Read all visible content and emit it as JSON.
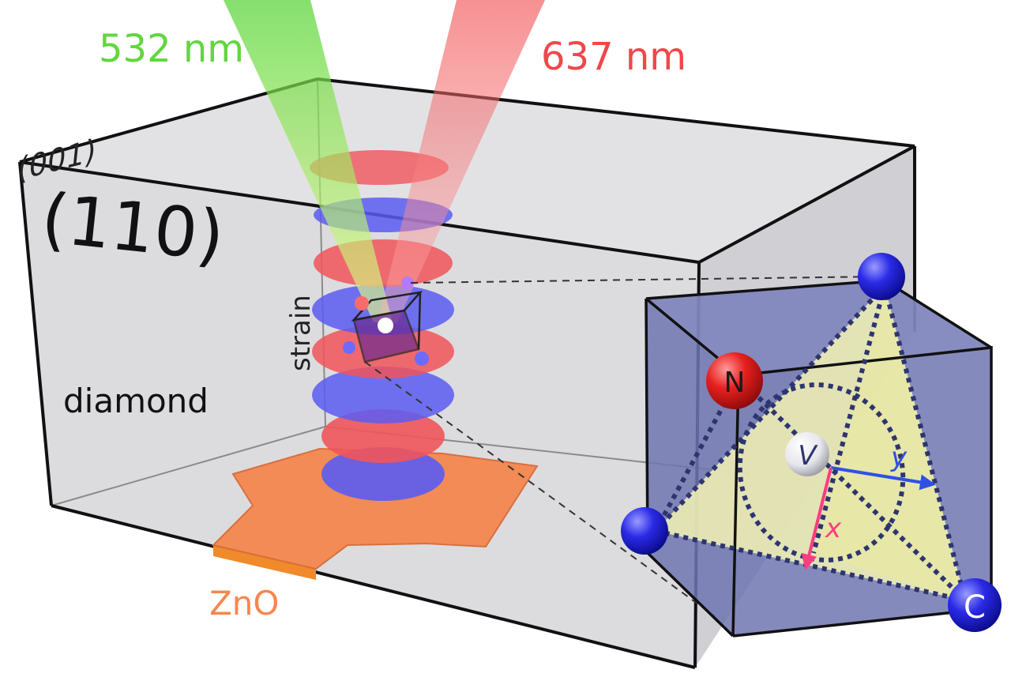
{
  "labels": {
    "green_beam": "532 nm",
    "red_beam": "637 nm",
    "facet_110": "(110)",
    "facet_001": "(001)",
    "strain": "strain",
    "diamond": "diamond",
    "zno": "ZnO",
    "atom_n": "N",
    "atom_c": "C",
    "vacancy": "V",
    "axis_x": "x",
    "axis_y": "y"
  },
  "colors": {
    "green_beam": "#57d437",
    "red_beam": "#f0474a",
    "zno": "#f5874f",
    "strain_red": "#f0555a",
    "strain_blue": "#5a5cf2",
    "atom_blue": "#2a2ae6",
    "atom_red": "#e82020",
    "axis_x": "#ff3c82",
    "axis_y": "#2f50e6",
    "box_fill": "#d9d9dc",
    "inset_fill": "#6f76b0",
    "tetra_fill": "#f3f3b4"
  },
  "icons": {
    "atom_top": "blue-sphere",
    "atom_left": "blue-sphere",
    "atom_n": "red-sphere",
    "atom_c": "blue-sphere",
    "vacancy": "white-sphere"
  }
}
